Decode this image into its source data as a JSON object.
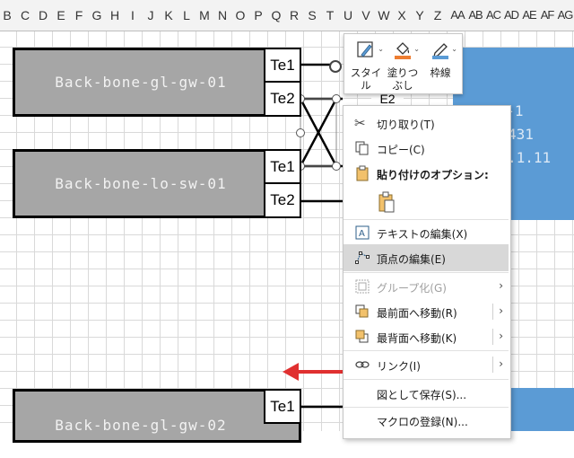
{
  "columns": [
    "B",
    "C",
    "D",
    "E",
    "F",
    "G",
    "H",
    "I",
    "J",
    "K",
    "L",
    "M",
    "N",
    "O",
    "P",
    "Q",
    "R",
    "S",
    "T",
    "U",
    "V",
    "W",
    "X",
    "Y",
    "Z",
    "AA",
    "AB",
    "AC",
    "AD",
    "AE",
    "AF",
    "AG"
  ],
  "devices": [
    {
      "name": "Back-bone-gl-gw-01",
      "ports": [
        "Te1",
        "Te2"
      ]
    },
    {
      "name": "Back-bone-lo-sw-01",
      "ports": [
        "Te1",
        "Te2"
      ]
    },
    {
      "name": "Back-bone-gl-gw-02",
      "ports": [
        "Te1"
      ]
    }
  ],
  "right_box": {
    "line1": "Sw-1",
    "line2": "431",
    "line3": ".1.11",
    "port_label": "E2"
  },
  "mini_toolbar": {
    "style": "スタイル",
    "fill_line1": "塗りつ",
    "fill_line2": "ぶし",
    "outline": "枠線"
  },
  "context_menu": {
    "cut": "切り取り(T)",
    "copy": "コピー(C)",
    "paste_header": "貼り付けのオプション:",
    "edit_text": "テキストの編集(X)",
    "edit_points": "頂点の編集(E)",
    "group": "グループ化(G)",
    "bring_front": "最前面へ移動(R)",
    "send_back": "最背面へ移動(K)",
    "link": "リンク(I)",
    "save_as_picture": "図として保存(S)...",
    "assign_macro": "マクロの登録(N)..."
  },
  "colors": {
    "device_fill": "#a6a6a6",
    "blue_box": "#5b9bd5",
    "arrow": "#e03030",
    "highlight": "#d8d8d8"
  }
}
